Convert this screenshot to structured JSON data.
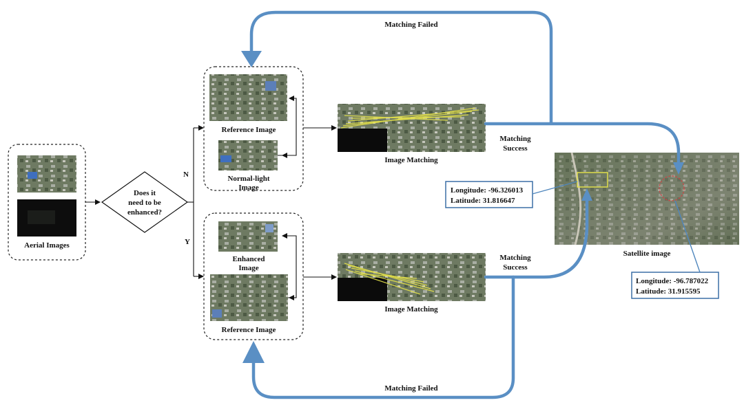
{
  "aerial": {
    "label": "Aerial Images"
  },
  "decision": {
    "line1": "Does it",
    "line2": "need to be",
    "line3": "enhanced?",
    "no_label": "N",
    "yes_label": "Y"
  },
  "top_group": {
    "reference_label": "Reference Image",
    "normal_line1": "Normal-light",
    "normal_line2": "Image"
  },
  "bottom_group": {
    "enhanced_line1": "Enhanced",
    "enhanced_line2": "Image",
    "reference_label": "Reference Image"
  },
  "matching": {
    "top_label": "Image Matching",
    "bottom_label": "Image Matching"
  },
  "edges": {
    "failed_top": "Matching Failed",
    "failed_bottom": "Matching Failed",
    "success_top_line1": "Matching",
    "success_top_line2": "Success",
    "success_bottom_line1": "Matching",
    "success_bottom_line2": "Success"
  },
  "satellite": {
    "label": "Satellite image"
  },
  "coords_left": {
    "longitude": "Longitude: -96.326013",
    "latitude": "Latitude: 31.816647"
  },
  "coords_right": {
    "longitude": "Longitude: -96.787022",
    "latitude": "Latitude: 31.915595"
  },
  "colors": {
    "flow_arrow": "#5a8fc4",
    "coord_border": "#3b6fa6",
    "match_lines": "#e6e34a"
  }
}
